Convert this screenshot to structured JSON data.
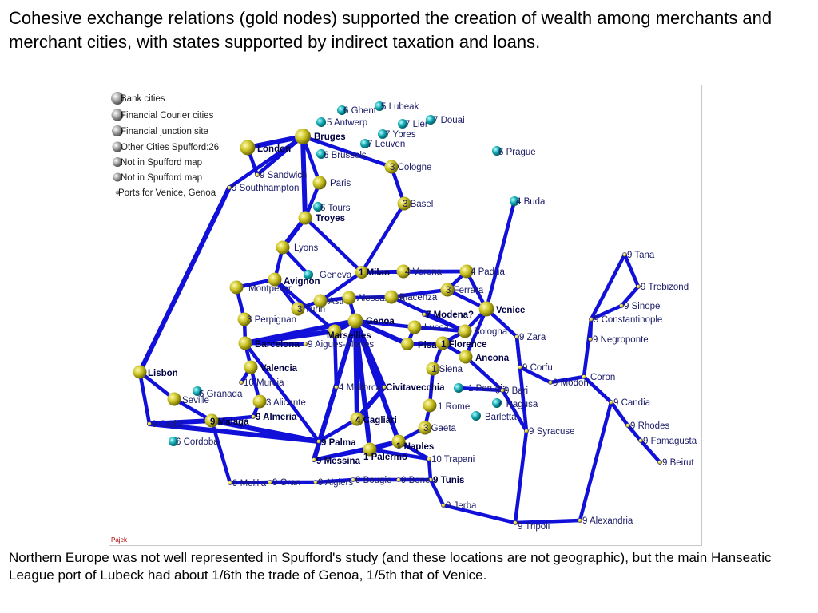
{
  "heading": "Cohesive exchange relations (gold nodes) supported the creation of wealth among merchants and merchant cities, with states supported by indirect taxation and loans.",
  "caption": "Northern Europe was not well represented in Spufford's study (and these locations are not geographic), but the main Hanseatic League port of Lubeck had about 1/6th the trade of Genoa, 1/5th that of Venice.",
  "logo_text": "Pajek",
  "colors": {
    "edge": "#1010d8",
    "gold": "#c8c020",
    "teal": "#10a8b0",
    "grey": "#a0a0a0",
    "small": "#e0d040"
  },
  "legend": [
    "Bank cities",
    "Financial Courier cities",
    "Financial junction site",
    "Other Cities Spufford:26",
    "Not in Spufford map",
    "Not in Spufford map",
    "Ports for Venice, Genoa"
  ],
  "nodes": [
    {
      "id": "bruges",
      "label": "Bruges",
      "kind": "gold",
      "bold": true
    },
    {
      "id": "london",
      "label": "London",
      "kind": "gold",
      "bold": true
    },
    {
      "id": "sandwich",
      "label": "9 Sandwich",
      "kind": "small"
    },
    {
      "id": "southampton",
      "label": "9 Southhampton",
      "kind": "small"
    },
    {
      "id": "paris",
      "label": "Paris",
      "kind": "gold"
    },
    {
      "id": "troyes",
      "label": "Troyes",
      "kind": "gold",
      "bold": true
    },
    {
      "id": "tours",
      "label": "6 Tours",
      "kind": "teal"
    },
    {
      "id": "cologne",
      "label": "3 Cologne",
      "kind": "gold"
    },
    {
      "id": "basel",
      "label": "3 Basel",
      "kind": "gold"
    },
    {
      "id": "antwerp",
      "label": "5 Antwerp",
      "kind": "teal"
    },
    {
      "id": "ghent",
      "label": "6 Ghent",
      "kind": "teal"
    },
    {
      "id": "lubeak",
      "label": "5 Lubeak",
      "kind": "teal"
    },
    {
      "id": "lier",
      "label": "7 Lier",
      "kind": "teal"
    },
    {
      "id": "douai",
      "label": "7 Douai",
      "kind": "teal"
    },
    {
      "id": "ypres",
      "label": "7 Ypres",
      "kind": "teal"
    },
    {
      "id": "leuven",
      "label": "7 Leuven",
      "kind": "teal"
    },
    {
      "id": "brussels",
      "label": "6 Brussels",
      "kind": "teal"
    },
    {
      "id": "prague",
      "label": "6 Prague",
      "kind": "teal"
    },
    {
      "id": "buda",
      "label": "4 Buda",
      "kind": "teal"
    },
    {
      "id": "lyons",
      "label": "Lyons",
      "kind": "gold"
    },
    {
      "id": "geneva",
      "label": "Geneva",
      "kind": "teal"
    },
    {
      "id": "milan",
      "label": "1 Milan",
      "kind": "gold",
      "bold": true
    },
    {
      "id": "verona",
      "label": "4 Verona",
      "kind": "gold"
    },
    {
      "id": "padua",
      "label": "4 Padua",
      "kind": "gold"
    },
    {
      "id": "avignon",
      "label": "Avignon",
      "kind": "gold",
      "bold": true
    },
    {
      "id": "montpelier",
      "label": "Montpelier",
      "kind": "gold"
    },
    {
      "id": "turin",
      "label": "3 Turin",
      "kind": "gold"
    },
    {
      "id": "asti",
      "label": "Asti",
      "kind": "gold"
    },
    {
      "id": "alessandria",
      "label": "Alessandria",
      "kind": "gold"
    },
    {
      "id": "piacenza",
      "label": "Piacenza",
      "kind": "gold"
    },
    {
      "id": "ferrara",
      "label": "3 Ferrara",
      "kind": "gold"
    },
    {
      "id": "venice",
      "label": "Venice",
      "kind": "gold",
      "bold": true
    },
    {
      "id": "modena",
      "label": "7 Modena?",
      "kind": "small",
      "bold": true
    },
    {
      "id": "perpignan",
      "label": "3 Perpignan",
      "kind": "gold"
    },
    {
      "id": "genoa",
      "label": "Genoa",
      "kind": "gold",
      "bold": true
    },
    {
      "id": "marseilles",
      "label": "Marseilles",
      "kind": "gold",
      "bold": true
    },
    {
      "id": "lucca",
      "label": "Lucca",
      "kind": "gold"
    },
    {
      "id": "bologna",
      "label": "Bologna",
      "kind": "gold"
    },
    {
      "id": "barcelona",
      "label": "Barcelona",
      "kind": "gold",
      "bold": true
    },
    {
      "id": "aigues",
      "label": "9 Aigues-Mortes",
      "kind": "small"
    },
    {
      "id": "pisa",
      "label": "Pisa",
      "kind": "gold",
      "bold": true
    },
    {
      "id": "florence",
      "label": "1 Florence",
      "kind": "gold",
      "bold": true
    },
    {
      "id": "zara",
      "label": "9 Zara",
      "kind": "small"
    },
    {
      "id": "ancona",
      "label": "Ancona",
      "kind": "gold",
      "bold": true
    },
    {
      "id": "valencia",
      "label": "Valencia",
      "kind": "gold",
      "bold": true
    },
    {
      "id": "murcia",
      "label": "10 Murcia",
      "kind": "small"
    },
    {
      "id": "mallorca",
      "label": "4 Mallorca",
      "kind": "small"
    },
    {
      "id": "civitavecchia",
      "label": "Civitavecchia",
      "kind": "small",
      "bold": true
    },
    {
      "id": "siena",
      "label": "1 Siena",
      "kind": "gold"
    },
    {
      "id": "perugia",
      "label": "1 Perugia",
      "kind": "teal"
    },
    {
      "id": "bari",
      "label": "9 Bari",
      "kind": "small"
    },
    {
      "id": "corfu",
      "label": "9 Corfu",
      "kind": "small"
    },
    {
      "id": "modon",
      "label": "9 Modon",
      "kind": "small"
    },
    {
      "id": "coron",
      "label": "Coron",
      "kind": "small"
    },
    {
      "id": "lisbon",
      "label": "Lisbon",
      "kind": "gold",
      "bold": true
    },
    {
      "id": "granada",
      "label": "6 Granada",
      "kind": "teal"
    },
    {
      "id": "seville",
      "label": "Seville",
      "kind": "gold"
    },
    {
      "id": "alicante",
      "label": "3 Alicante",
      "kind": "gold"
    },
    {
      "id": "almeria",
      "label": "9 Almeria",
      "kind": "small",
      "bold": true
    },
    {
      "id": "malaga",
      "label": "9 Malaga",
      "kind": "gold",
      "bold": true
    },
    {
      "id": "cadiz",
      "label": "9 Cadiz",
      "kind": "small"
    },
    {
      "id": "cordoba",
      "label": "6 Cordoba",
      "kind": "teal"
    },
    {
      "id": "cagliari",
      "label": "4 Cagliari",
      "kind": "gold",
      "bold": true
    },
    {
      "id": "rome",
      "label": "1 Rome",
      "kind": "gold"
    },
    {
      "id": "barletta",
      "label": "Barletta",
      "kind": "teal"
    },
    {
      "id": "ragusa",
      "label": "4 Ragusa",
      "kind": "teal"
    },
    {
      "id": "gaeta",
      "label": "3 Gaeta",
      "kind": "gold"
    },
    {
      "id": "syracuse",
      "label": "9 Syracuse",
      "kind": "small"
    },
    {
      "id": "candia",
      "label": "9 Candia",
      "kind": "small"
    },
    {
      "id": "rhodes",
      "label": "9 Rhodes",
      "kind": "small"
    },
    {
      "id": "famagusta",
      "label": "9 Famagusta",
      "kind": "small"
    },
    {
      "id": "beirut",
      "label": "9 Beirut",
      "kind": "small"
    },
    {
      "id": "palma",
      "label": "9 Palma",
      "kind": "small",
      "bold": true
    },
    {
      "id": "palermo",
      "label": "1 Palermo",
      "kind": "gold",
      "bold": true
    },
    {
      "id": "naples",
      "label": "1 Naples",
      "kind": "gold",
      "bold": true
    },
    {
      "id": "messina",
      "label": "9 Messina",
      "kind": "small",
      "bold": true
    },
    {
      "id": "trapani",
      "label": "10 Trapani",
      "kind": "small"
    },
    {
      "id": "tunis",
      "label": "9 Tunis",
      "kind": "small",
      "bold": true
    },
    {
      "id": "bone",
      "label": "9 Bone",
      "kind": "small"
    },
    {
      "id": "bougie",
      "label": "9 Bougie",
      "kind": "small"
    },
    {
      "id": "algiers",
      "label": "9 Algiers",
      "kind": "small"
    },
    {
      "id": "oran",
      "label": "9 Oran",
      "kind": "small"
    },
    {
      "id": "melilla",
      "label": "9 Melilla",
      "kind": "small"
    },
    {
      "id": "jerba",
      "label": "9 Jerba",
      "kind": "small"
    },
    {
      "id": "tripoli",
      "label": "9 Tripoli",
      "kind": "small"
    },
    {
      "id": "alexandria",
      "label": "9 Alexandria",
      "kind": "small"
    },
    {
      "id": "tana",
      "label": "9 Tana",
      "kind": "small"
    },
    {
      "id": "trebizond",
      "label": "9 Trebizond",
      "kind": "small"
    },
    {
      "id": "sinope",
      "label": "9 Sinope",
      "kind": "small"
    },
    {
      "id": "constantinople",
      "label": "9 Constantinople",
      "kind": "small"
    },
    {
      "id": "negroponte",
      "label": "9 Negroponte",
      "kind": "small"
    }
  ],
  "edges": [
    [
      "london",
      "bruges"
    ],
    [
      "bruges",
      "sandwich"
    ],
    [
      "london",
      "sandwich"
    ],
    [
      "bruges",
      "southampton"
    ],
    [
      "southampton",
      "lisbon"
    ],
    [
      "bruges",
      "paris"
    ],
    [
      "bruges",
      "cologne"
    ],
    [
      "cologne",
      "basel"
    ],
    [
      "basel",
      "milan"
    ],
    [
      "paris",
      "troyes"
    ],
    [
      "bruges",
      "troyes"
    ],
    [
      "troyes",
      "lyons"
    ],
    [
      "troyes",
      "milan"
    ],
    [
      "lyons",
      "avignon"
    ],
    [
      "lyons",
      "geneva"
    ],
    [
      "avignon",
      "montpelier"
    ],
    [
      "avignon",
      "turin"
    ],
    [
      "montpelier",
      "perpignan"
    ],
    [
      "perpignan",
      "barcelona"
    ],
    [
      "avignon",
      "marseilles"
    ],
    [
      "montpelier",
      "avignon"
    ],
    [
      "milan",
      "verona"
    ],
    [
      "verona",
      "padua"
    ],
    [
      "padua",
      "venice"
    ],
    [
      "padua",
      "ferrara"
    ],
    [
      "milan",
      "padua"
    ],
    [
      "milan",
      "asti"
    ],
    [
      "asti",
      "turin"
    ],
    [
      "asti",
      "alessandria"
    ],
    [
      "alessandria",
      "piacenza"
    ],
    [
      "alessandria",
      "genoa"
    ],
    [
      "piacenza",
      "ferrara"
    ],
    [
      "ferrara",
      "venice"
    ],
    [
      "piacenza",
      "bologna"
    ],
    [
      "bologna",
      "modena"
    ],
    [
      "genoa",
      "marseilles"
    ],
    [
      "marseilles",
      "barcelona"
    ],
    [
      "barcelona",
      "genoa"
    ],
    [
      "barcelona",
      "aigues"
    ],
    [
      "genoa",
      "lucca"
    ],
    [
      "lucca",
      "pisa"
    ],
    [
      "pisa",
      "florence"
    ],
    [
      "lucca",
      "bologna"
    ],
    [
      "florence",
      "bologna"
    ],
    [
      "bologna",
      "venice"
    ],
    [
      "venice",
      "ancona"
    ],
    [
      "florence",
      "ancona"
    ],
    [
      "ancona",
      "bari"
    ],
    [
      "bari",
      "perugia"
    ],
    [
      "florence",
      "siena"
    ],
    [
      "siena",
      "rome"
    ],
    [
      "rome",
      "gaeta"
    ],
    [
      "gaeta",
      "naples"
    ],
    [
      "naples",
      "palermo"
    ],
    [
      "genoa",
      "pisa"
    ],
    [
      "genoa",
      "naples"
    ],
    [
      "genoa",
      "palermo"
    ],
    [
      "genoa",
      "messina"
    ],
    [
      "genoa",
      "civitavecchia"
    ],
    [
      "civitavecchia",
      "cagliari"
    ],
    [
      "genoa",
      "cagliari"
    ],
    [
      "cagliari",
      "palma"
    ],
    [
      "barcelona",
      "valencia"
    ],
    [
      "valencia",
      "murcia"
    ],
    [
      "valencia",
      "alicante"
    ],
    [
      "alicante",
      "almeria"
    ],
    [
      "almeria",
      "malaga"
    ],
    [
      "malaga",
      "seville"
    ],
    [
      "seville",
      "lisbon"
    ],
    [
      "lisbon",
      "cadiz"
    ],
    [
      "cadiz",
      "malaga"
    ],
    [
      "malaga",
      "palma"
    ],
    [
      "cadiz",
      "palma"
    ],
    [
      "malaga",
      "melilla"
    ],
    [
      "melilla",
      "oran"
    ],
    [
      "oran",
      "algiers"
    ],
    [
      "algiers",
      "bougie"
    ],
    [
      "bougie",
      "bone"
    ],
    [
      "bone",
      "tunis"
    ],
    [
      "tunis",
      "trapani"
    ],
    [
      "trapani",
      "palermo"
    ],
    [
      "tunis",
      "jerba"
    ],
    [
      "jerba",
      "tripoli"
    ],
    [
      "tripoli",
      "alexandria"
    ],
    [
      "alexandria",
      "candia"
    ],
    [
      "candia",
      "rhodes"
    ],
    [
      "rhodes",
      "famagusta"
    ],
    [
      "famagusta",
      "beirut"
    ],
    [
      "candia",
      "coron"
    ],
    [
      "coron",
      "modon"
    ],
    [
      "modon",
      "corfu"
    ],
    [
      "corfu",
      "zara"
    ],
    [
      "zara",
      "venice"
    ],
    [
      "coron",
      "constantinople"
    ],
    [
      "constantinople",
      "negroponte"
    ],
    [
      "constantinople",
      "sinope"
    ],
    [
      "sinope",
      "trebizond"
    ],
    [
      "trebizond",
      "tana"
    ],
    [
      "tana",
      "constantinople"
    ],
    [
      "syracuse",
      "tripoli"
    ],
    [
      "syracuse",
      "bari"
    ],
    [
      "syracuse",
      "zara"
    ],
    [
      "naples",
      "messina"
    ],
    [
      "messina",
      "palma"
    ],
    [
      "palermo",
      "messina"
    ],
    [
      "marseilles",
      "mallorca"
    ],
    [
      "mallorca",
      "palma"
    ],
    [
      "venice",
      "buda"
    ],
    [
      "naples",
      "trapani"
    ],
    [
      "palma",
      "messina"
    ],
    [
      "barcelona",
      "palma"
    ],
    [
      "genoa",
      "mallorca"
    ]
  ]
}
